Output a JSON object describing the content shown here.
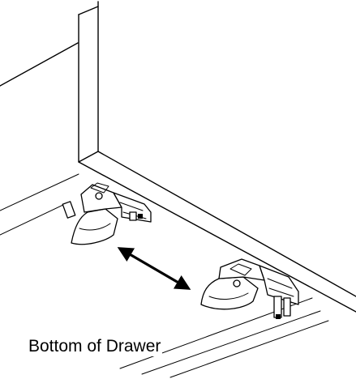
{
  "diagram": {
    "caption": "Bottom of Drawer",
    "colors": {
      "line": "#000000",
      "background": "#ffffff"
    },
    "parts": [
      "drawer-box",
      "drawer-bottom-rails",
      "left-locking-device",
      "right-locking-device",
      "adjustment-arrow"
    ]
  }
}
